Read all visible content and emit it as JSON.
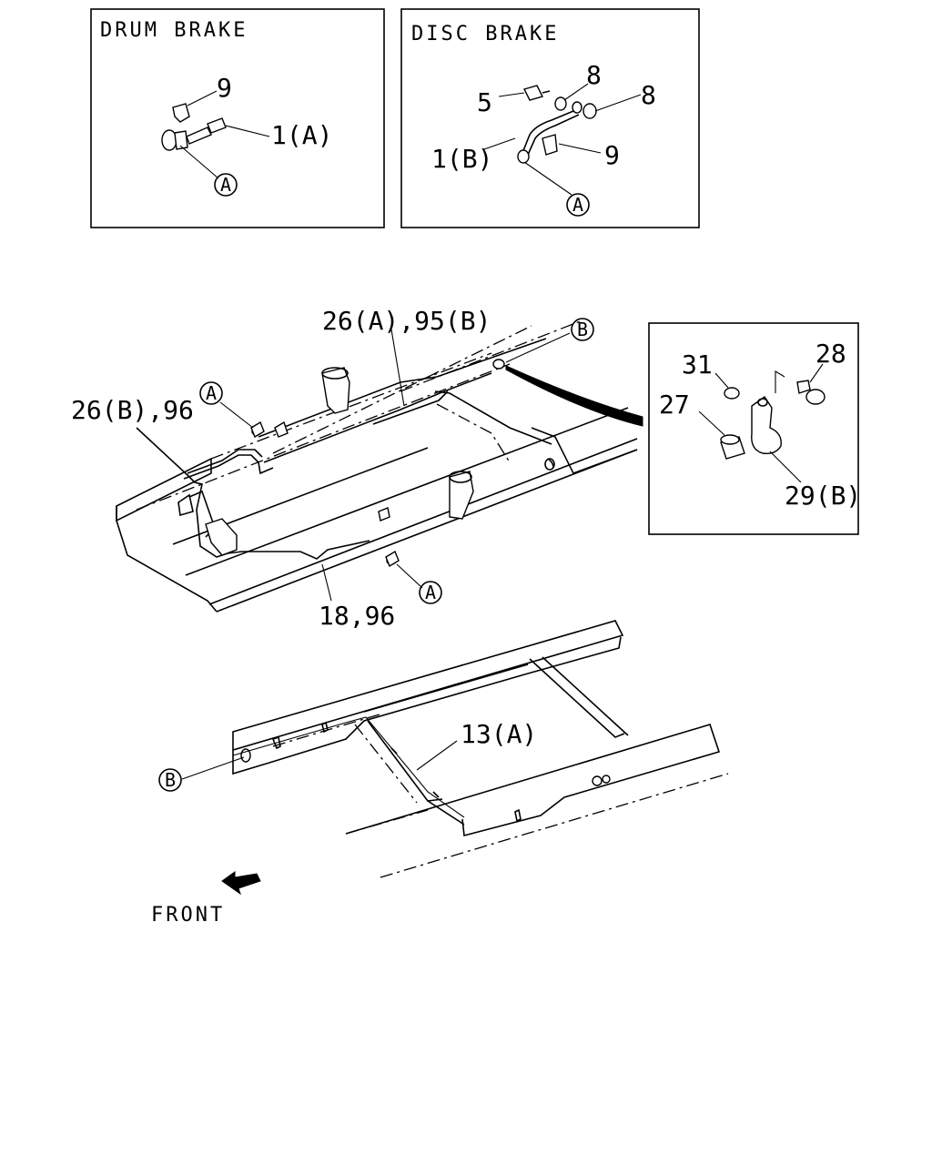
{
  "panels": {
    "drum": {
      "title": "DRUM BRAKE",
      "labels": {
        "n9": "9",
        "n1a": "1(A)",
        "callout_a": "A"
      }
    },
    "disc": {
      "title": "DISC BRAKE",
      "labels": {
        "n5": "5",
        "n8a": "8",
        "n8b": "8",
        "n1b": "1(B)",
        "n9": "9",
        "callout_a": "A"
      }
    },
    "clip": {
      "labels": {
        "n31": "31",
        "n28": "28",
        "n27": "27",
        "n29b": "29(B)"
      }
    }
  },
  "main": {
    "labels": {
      "n26a95b": "26(A),95(B)",
      "n26b96": "26(B),96",
      "n18_96": "18,96",
      "n13a": "13(A)",
      "callout_b1": "B",
      "callout_b2": "B",
      "callout_a1": "A",
      "callout_a2": "A"
    }
  },
  "front": {
    "label": "FRONT"
  }
}
